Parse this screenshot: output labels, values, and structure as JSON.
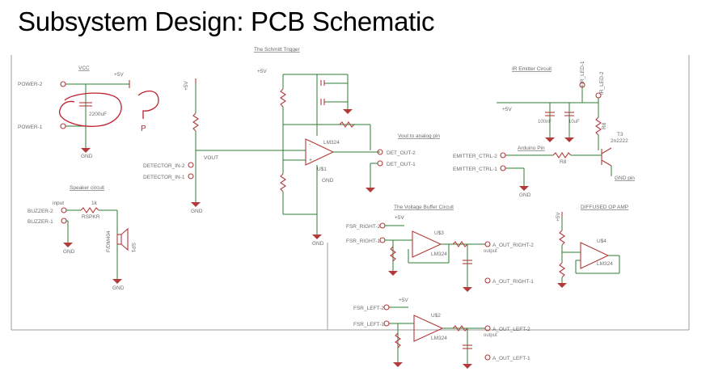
{
  "title": "Subsystem Design: PCB Schematic",
  "sections": {
    "vcc": "VCC",
    "schmitt": "The Schmitt Trigger",
    "ir_emitter": "IR Emitter Circuit",
    "speaker": "Speaker circuit",
    "voltage_buffer": "The Voltage Buffer Circuit",
    "diffused_opamp": "DIFFUSED OP AMP",
    "vout_analog": "Vout to analog pin",
    "arduino_pin": "Arduino Pin",
    "gnd_pin": "GND pin"
  },
  "labels": {
    "power2": "POWER-2",
    "power1": "POWER-1",
    "plus5v": "+5V",
    "gnd": "GND",
    "cap_2200": "2200uF",
    "detector_in2": "DETECTOR_IN-2",
    "detector_in1": "DETECTOR_IN-1",
    "vout": "VOUT",
    "det_out2": "DET_OUT-2",
    "det_out1": "DET_OUT-1",
    "lm324": "LM324",
    "u1": "U$1",
    "u2": "U$2",
    "u3": "U$3",
    "u4": "U$4",
    "emitter_ctrl2": "EMITTER_CTRL-2",
    "emitter_ctrl1": "EMITTER_CTRL-1",
    "ir_led1": "IR_LED-1",
    "ir_led2": "IR_LED-2",
    "t3": "T3",
    "t3_part": "2n2222",
    "r8": "R8",
    "c100nf": "100nF",
    "c10uf": "10uF",
    "buzzer2": "BUZZER-2",
    "buzzer1": "BUZZER-1",
    "rspkr": "RSPKR",
    "input": "input",
    "r1k": "1k",
    "sp1": "SP1",
    "fdm": "F/DM404",
    "fsr_right2": "FSR_RIGHT-2",
    "fsr_right1": "FSR_RIGHT-1",
    "fsr_left2": "FSR_LEFT-2",
    "fsr_left1": "FSR_LEFT-1",
    "a_out_right2": "A_OUT_RIGHT-2",
    "a_out_right1": "A_OUT_RIGHT-1",
    "a_out_left2": "A_OUT_LEFT-2",
    "a_out_left1": "A_OUT_LEFT-1",
    "output": "output",
    "p": "P"
  },
  "colors": {
    "wire": "#2e7d32",
    "part": "#b23b3b",
    "annotation": "#c0202c",
    "frame": "#9e9e9e"
  }
}
